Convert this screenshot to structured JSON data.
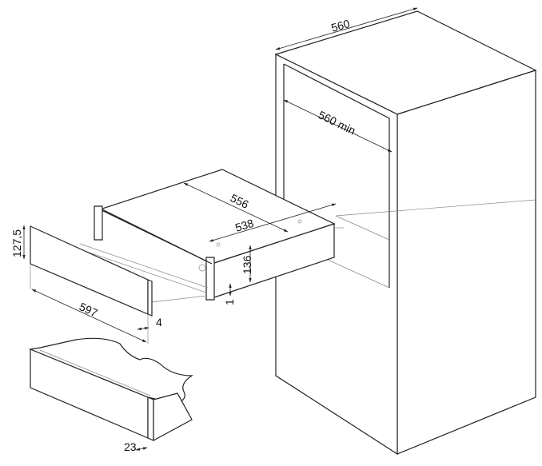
{
  "dimensions": {
    "cabinet_width": "560",
    "cabinet_min_internal": "560 min",
    "unit_depth": "556",
    "unit_inner_depth": "538",
    "unit_height": "136",
    "bottom_gap": "1",
    "front_height": "127,5",
    "front_width": "597",
    "front_offset": "4",
    "front_thickness": "23"
  }
}
